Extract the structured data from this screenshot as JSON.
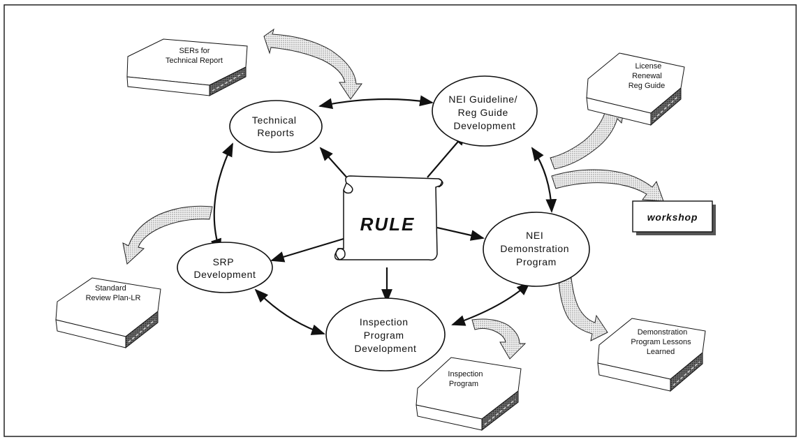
{
  "center": {
    "label": "RULE"
  },
  "processes": {
    "technical_reports": [
      "Technical",
      "Reports"
    ],
    "nei_guideline": [
      "NEI Guideline/",
      "Reg Guide",
      "Development"
    ],
    "nei_demo": [
      "NEI",
      "Demonstration",
      "Program"
    ],
    "inspection_dev": [
      "Inspection",
      "Program",
      "Development"
    ],
    "srp_dev": [
      "SRP",
      "Development"
    ]
  },
  "documents": {
    "sers": [
      "SERs for",
      "Technical Report"
    ],
    "license_renewal": [
      "License",
      "Renewal",
      "Reg Guide"
    ],
    "standard_review": [
      "Standard",
      "Review Plan-LR"
    ],
    "demo_lessons": [
      "Demonstration",
      "Program Lessons",
      "Learned"
    ],
    "inspection_program": [
      "Inspection",
      "Program"
    ]
  },
  "workshop": {
    "label": "workshop"
  }
}
